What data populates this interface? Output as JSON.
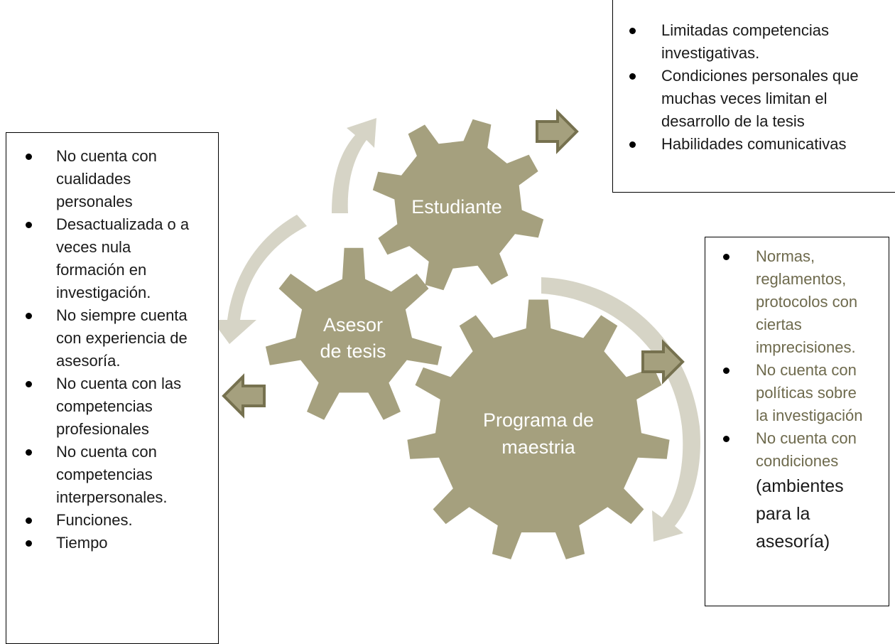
{
  "colors": {
    "gear": "#a5a07e",
    "cycle_arrow": "#d6d4c6",
    "block_arrow_fill": "#a5a07e",
    "block_arrow_stroke": "#76714f",
    "gear_text": "#ffffff"
  },
  "gears": {
    "estudiante": "Estudiante",
    "asesor_line1": "Asesor",
    "asesor_line2": "de tesis",
    "programa_line1": "Programa de",
    "programa_line2": "maestria"
  },
  "left_box": {
    "items": [
      [
        "No cuenta con",
        "cualidades",
        "personales"
      ],
      [
        "Desactualizada o a",
        "veces nula",
        "formación en",
        "investigación."
      ],
      [
        "No siempre cuenta",
        "con experiencia de",
        "asesoría."
      ],
      [
        "No cuenta con las",
        "competencias",
        "profesionales"
      ],
      [
        "No cuenta con",
        "competencias",
        "interpersonales."
      ],
      [
        "Funciones."
      ],
      [
        "Tiempo"
      ]
    ]
  },
  "top_box": {
    "items": [
      [
        "Limitadas competencias",
        "investigativas."
      ],
      [
        "Condiciones personales que",
        "muchas veces limitan el",
        "desarrollo de la tesis"
      ],
      [
        "Habilidades comunicativas"
      ]
    ]
  },
  "right_box": {
    "items": [
      [
        "Normas,",
        "reglamentos,",
        "protocolos con",
        "ciertas",
        "imprecisiones."
      ],
      [
        "No cuenta con",
        "políticas sobre",
        "la investigación"
      ],
      [
        "No cuenta con",
        "condiciones"
      ],
      [
        "(ambientes",
        "para la",
        "asesoría)"
      ]
    ]
  }
}
